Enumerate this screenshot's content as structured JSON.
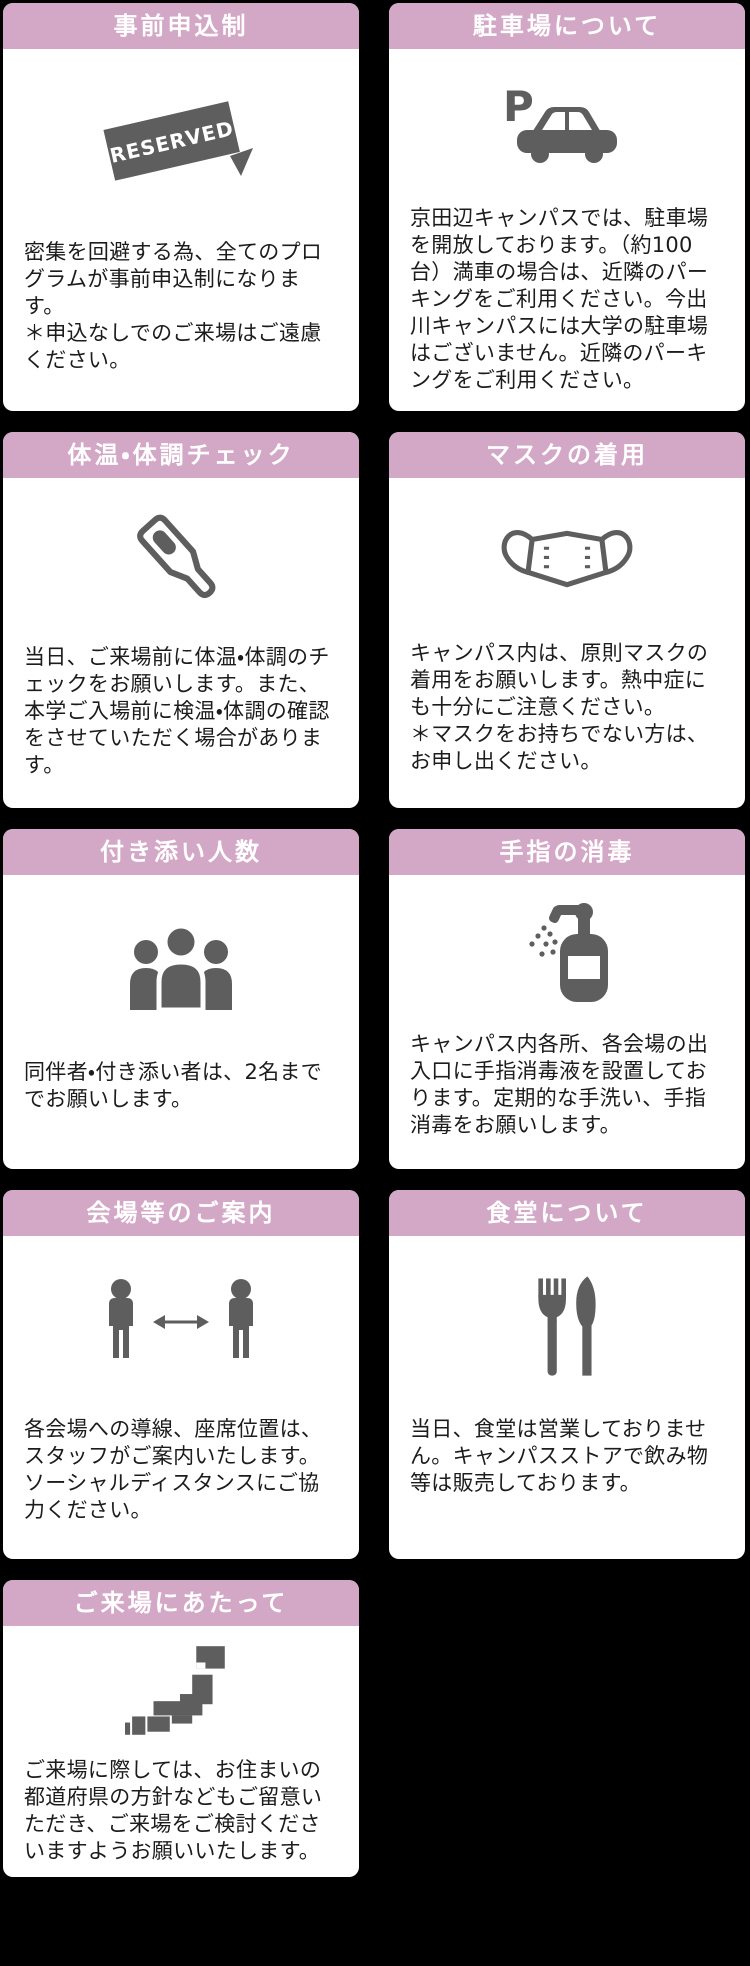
{
  "page": {
    "background_color": "#000000"
  },
  "theme": {
    "header_bg": "#d3a7c6",
    "header_text_color": "#ffffff",
    "card_bg": "#ffffff",
    "icon_color": "#5e5e5e",
    "body_text_color": "#1c1c1c"
  },
  "cards": [
    {
      "title": "事前申込制",
      "icon": "reserved-sign-icon",
      "icon_label": "RESERVED",
      "body": "密集を回避する為、全てのプログラムが事前申込制になります。\n＊申込なしでのご来場はご遠慮ください。"
    },
    {
      "title": "駐車場について",
      "icon": "parking-car-icon",
      "icon_label": "P",
      "body": "京田辺キャンパスでは、駐車場を開放しております。（約100台）満車の場合は、近隣のパーキングをご利用ください。今出川キャンパスには大学の駐車場はございません。近隣のパーキングをご利用ください。"
    },
    {
      "title": "体温・体調チェック",
      "icon": "thermometer-icon",
      "body": "当日、ご来場前に体温・体調のチェックをお願いします。また、本学ご入場前に検温・体調の確認をさせていただく場合があります。"
    },
    {
      "title": "マスクの着用",
      "icon": "face-mask-icon",
      "body": "キャンパス内は、原則マスクの着用をお願いします。熱中症にも十分にご注意ください。\n＊マスクをお持ちでない方は、お申し出ください。"
    },
    {
      "title": "付き添い人数",
      "icon": "people-group-icon",
      "body": "同伴者・付き添い者は、2名まででお願いします。"
    },
    {
      "title": "手指の消毒",
      "icon": "hand-sanitizer-icon",
      "body": "キャンパス内各所、各会場の出入口に手指消毒液を設置しております。定期的な手洗い、手指消毒をお願いします。"
    },
    {
      "title": "会場等のご案内",
      "icon": "social-distance-icon",
      "body": "各会場への導線、座席位置は、スタッフがご案内いたします。ソーシャルディスタンスにご協力ください。"
    },
    {
      "title": "食堂について",
      "icon": "fork-knife-icon",
      "body": "当日、食堂は営業しておりません。キャンパスストアで飲み物等は販売しております。"
    },
    {
      "title": "ご来場にあたって",
      "icon": "japan-map-icon",
      "body": "ご来場に際しては、お住まいの都道府県の方針などもご留意いただき、ご来場をご検討くださいますようお願いいたします。"
    }
  ]
}
